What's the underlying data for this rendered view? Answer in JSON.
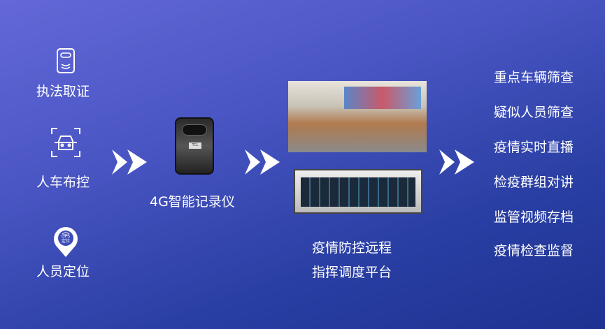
{
  "left_items": [
    {
      "label": "执法取证",
      "icon": "body-camera-icon"
    },
    {
      "label": "人车布控",
      "icon": "car-scan-icon"
    },
    {
      "label": "人员定位",
      "icon": "gps-pin-icon"
    }
  ],
  "device": {
    "label": "4G智能记录仪",
    "brand": "TCL"
  },
  "platform": {
    "line1": "疫情防控远程",
    "line2": "指挥调度平台"
  },
  "gps_badge": "GPS 定位",
  "features": [
    "重点车辆筛查",
    "疑似人员筛查",
    "疫情实时直播",
    "检疫群组对讲",
    "监管视频存档",
    "疫情检查监督"
  ]
}
